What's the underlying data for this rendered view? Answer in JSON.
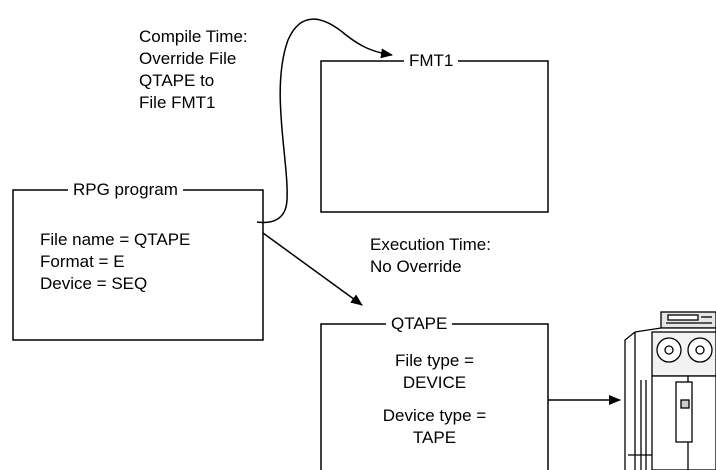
{
  "compile_note": {
    "lines": [
      "Compile Time:",
      "Override File",
      "QTAPE to",
      "File FMT1"
    ]
  },
  "fmt1_box": {
    "title": "FMT1"
  },
  "rpg_box": {
    "title": "RPG program",
    "lines": [
      "File name = QTAPE",
      "Format = E",
      "Device = SEQ"
    ]
  },
  "execution_note": {
    "lines": [
      "Execution Time:",
      "No Override"
    ]
  },
  "qtape_box": {
    "title": "QTAPE",
    "lines": [
      "File type =",
      "DEVICE",
      "Device type =",
      "TAPE"
    ]
  },
  "icons": {
    "tape_drive": "tape-drive-icon"
  }
}
